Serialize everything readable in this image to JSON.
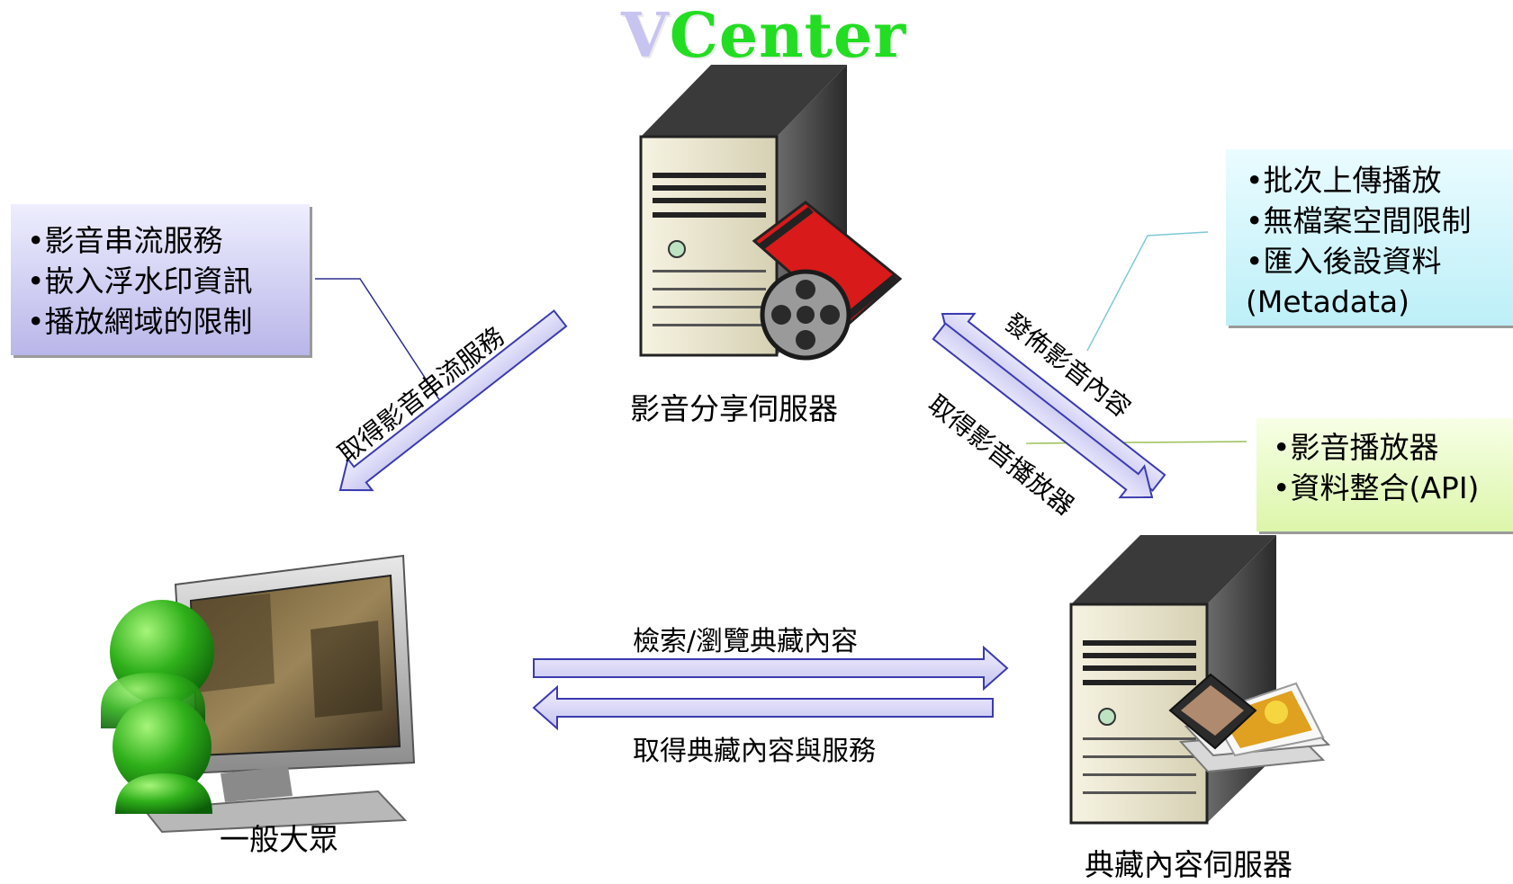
{
  "logo": {
    "v": "V",
    "rest": "Center"
  },
  "nodes": {
    "video_server": "影音分享伺服器",
    "public": "一般大眾",
    "collection_server": "典藏內容伺服器"
  },
  "left_box": {
    "items": [
      "•影音串流服務",
      "•嵌入浮水印資訊",
      "•播放網域的限制"
    ]
  },
  "right_top_box": {
    "items": [
      "•批次上傳播放",
      "•無檔案空間限制",
      "•匯入後設資料",
      "(Metadata)"
    ]
  },
  "right_mid_box": {
    "items": [
      "•影音播放器",
      "•資料整合(API)"
    ]
  },
  "arrows": {
    "get_stream": "取得影音串流服務",
    "publish": "發佈影音內容",
    "get_player": "取得影音播放器",
    "search_browse": "檢索/瀏覽典藏內容",
    "get_collection": "取得典藏內容與服務"
  }
}
